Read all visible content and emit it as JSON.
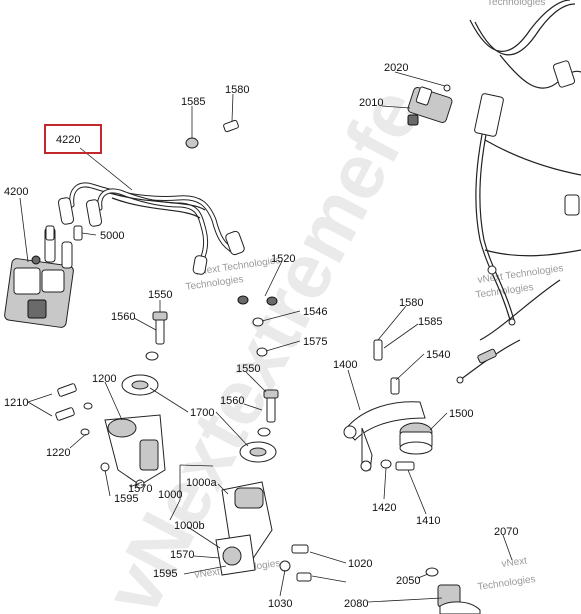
{
  "watermark": {
    "large": "vNextextremefe",
    "small_1": "vNext Technologies",
    "small_2": "Technologies",
    "small_3": "vNext Technologies",
    "small_4": "vNext Technologies",
    "small_5": "Technologies",
    "small_6": "vNext",
    "small_7": "Technologies"
  },
  "highlight": {
    "label": "4220",
    "color": "#c0282d"
  },
  "callouts": {
    "c4200": "4200",
    "c5000": "5000",
    "c1585a": "1585",
    "c1580a": "1580",
    "c2020": "2020",
    "c2010": "2010",
    "c1520": "1520",
    "c1546": "1546",
    "c1575": "1575",
    "c1550a": "1550",
    "c1560a": "1560",
    "c1550b": "1550",
    "c1560b": "1560",
    "c1700": "1700",
    "c1200": "1200",
    "c1210": "1210",
    "c1220": "1220",
    "c1570a": "1570",
    "c1595a": "1595",
    "c1000": "1000",
    "c1000a": "1000a",
    "c1000b": "1000b",
    "c1570b": "1570",
    "c1595b": "1595",
    "c1030": "1030",
    "c1020": "1020",
    "c1580b": "1580",
    "c1585b": "1585",
    "c1540": "1540",
    "c1400": "1400",
    "c1500": "1500",
    "c1420": "1420",
    "c1410": "1410",
    "c2070": "2070",
    "c2050": "2050",
    "c2080": "2080"
  }
}
